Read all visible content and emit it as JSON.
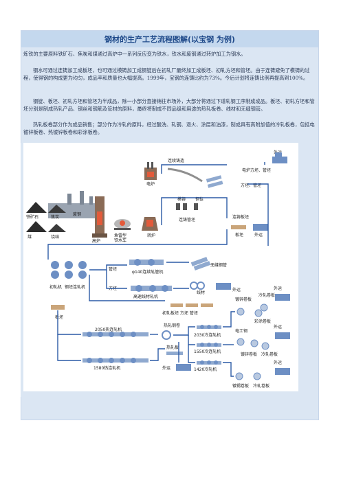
{
  "title": "钢材的生产工艺流程图解(以宝钢 为例)",
  "paragraphs": [
    "炼铁的主要原料铁矿石、焦炭和煤通过高炉中一系列反应变为铁水，铁水和废钢通过转炉加工为钢水。",
    "钢水可通过连铸加工成板坯，也可通过模铸加工成钢锭后在初轧厂最终加工成板坯、初轧方坯和管坯。由于连铸避免了模铸的过程，使得钢的构成更为均匀，成品率和质量也大幅提高。1999年，宝钢的连铸比约为73%。今后计划将连铸比例再提高到100%。",
    "钢锭、板坯、初轧方坯和管坯为半成品，除一小部分直接销往市场外，大部分将通过下道轧钢工序制成成品。板坯、初轧方坯和管坯分别是制成热轧产品、钢丝和钢筋及管材的原料，最终将制成不同品级和用途的热轧板卷、线材和无缝钢管。",
    "热轧板卷部分作为成品销售；部分作为冷轧的原料，经过酸洗、轧钢、退火、涂层和油漆，制成具有高附加值的冷轧板卷，包括电镀锌板卷、热镀锌板卷和彩涂板卷。"
  ],
  "labels": {
    "waiyun": "外运",
    "tiekuangshi": "铁矿石",
    "jiaotan": "焦炭",
    "mei": "煤",
    "feigang": "废钢",
    "shaojie": "烧结",
    "gaolu": "高炉",
    "yugangxing": "鱼雷型",
    "tieshuiche": "铁水车",
    "zhuanlu": "转炉",
    "dianlu": "电炉",
    "lianxuzhuzao": "连续铸造",
    "dianzhuguan": "电炉方坯、管坯",
    "fangpiguanpi": "方坯、管坯",
    "mozhu": "模铸",
    "gangding": "钢锭",
    "lianzhubanpi": "连铸板坯",
    "banpi": "板坯",
    "lianzhuguanpi": "连铸管坯",
    "chuzhaji": "初轧机",
    "fangpilianzhaji": "钢坯连轧机",
    "guanpi": "管坯",
    "fangpi": "方坯",
    "phi140": "φ140连续轧管机",
    "wufeng": "无缝钢管",
    "gaosuxiancai": "高速线材轧机",
    "xiancai": "线材",
    "chuzhabanpi": "初轧板坯 方坯 管坯",
    "zhazha2050": "2050热连轧机",
    "zhazha1580": "1580热连轧机",
    "rezhagangjuan": "热轧钢卷",
    "rezhaban": "热轧板",
    "lengzha2030": "2030冷连轧机",
    "lengzha1550": "1550冷连轧机",
    "lengzha1420": "1420冷轧机",
    "dianxin": "电工钢",
    "duxin": "镀锌卷板",
    "lengzhajuanban": "冷轧卷板",
    "caitu": "彩涂卷板",
    "duxi": "镀锡卷板"
  },
  "colors": {
    "panel_bg": "#dbe6f3",
    "title_bg": "#c4d8ee",
    "title_text": "#1f4a8a",
    "flow_line": "#2c5aa6",
    "steel_blue": "#6d8fc4",
    "furnace": "#8a6b56",
    "hot": "#e35a3a",
    "billet": "#caa57a"
  }
}
